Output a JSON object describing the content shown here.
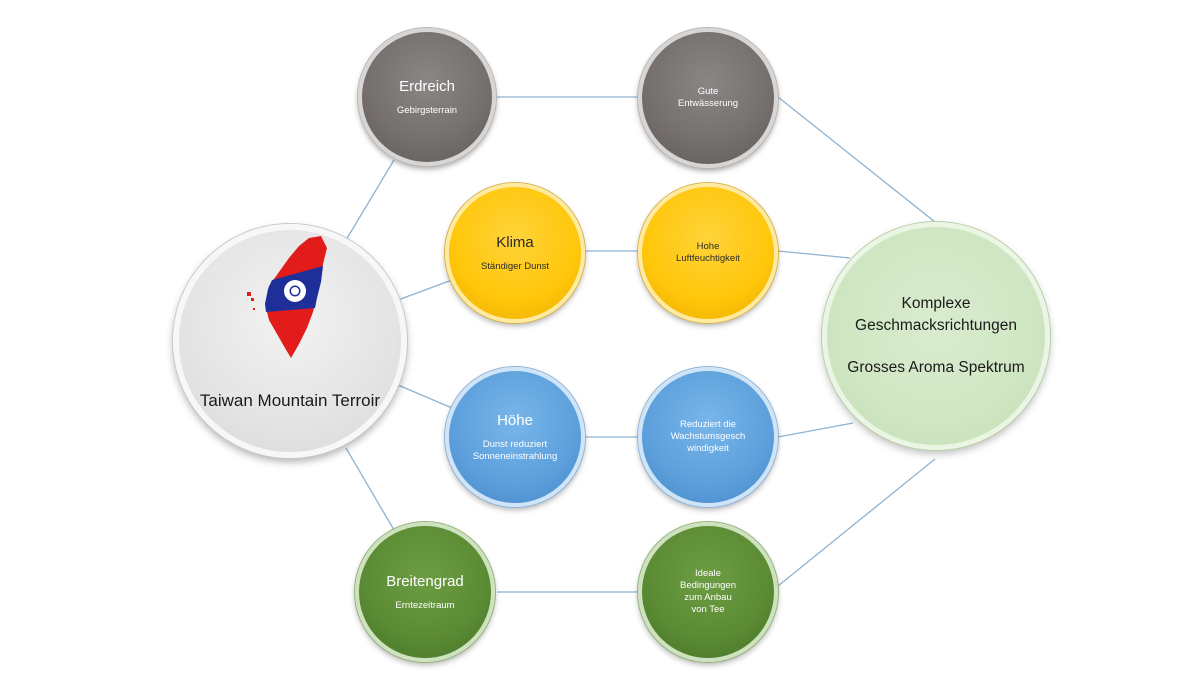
{
  "center": {
    "title": "Taiwan Mountain Terroir"
  },
  "factors": [
    {
      "id": "erdreich",
      "title": "Erdreich",
      "subtitle": "Gebirgsterrain",
      "effect": "Gute Entwässerung",
      "color": "#76716f"
    },
    {
      "id": "klima",
      "title": "Klima",
      "subtitle": "Ständiger Dunst",
      "effect": "Hohe Luftfeuchtigkeit",
      "color": "#ffc60a"
    },
    {
      "id": "hoehe",
      "title": "Höhe",
      "subtitle": "Dunst reduziert Sonneneinstrahlung",
      "effect": "Reduziert die Wachstumsgesch windigkeit",
      "color": "#5c9fdb"
    },
    {
      "id": "breitengrad",
      "title": "Breitengrad",
      "subtitle": "Erntezeitraum",
      "effect": "Ideale Bedingungen zum Anbau von Tee",
      "color": "#5a8a33"
    }
  ],
  "result": {
    "line1": "Komplexe",
    "line2": "Geschmacksrichtungen",
    "line3": "Grosses Aroma Spektrum"
  }
}
